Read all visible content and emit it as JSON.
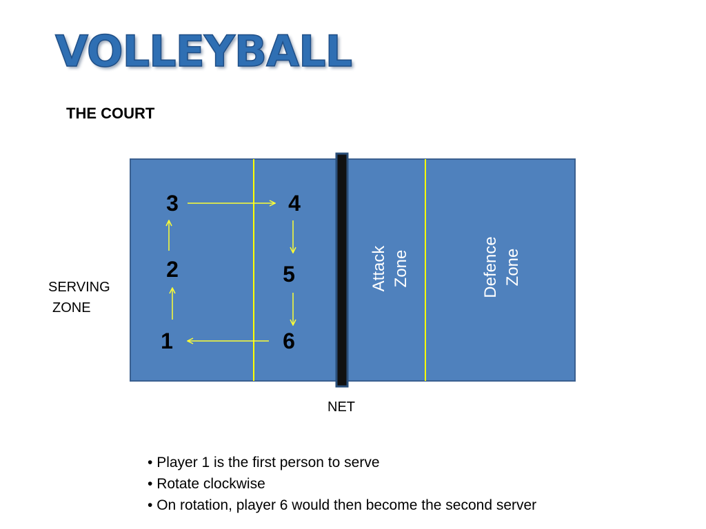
{
  "slide": {
    "title": "VOLLEYBALL",
    "subtitle": "THE COURT"
  },
  "court": {
    "serving_zone_label": [
      "SERVING",
      "ZONE"
    ],
    "net_label": "NET",
    "attack_zone_label": [
      "Attack",
      "Zone"
    ],
    "defence_zone_label": [
      "Defence",
      "Zone"
    ],
    "positions": [
      "1",
      "2",
      "3",
      "4",
      "5",
      "6"
    ],
    "rotation_order": [
      "1 -> 2",
      "2 -> 3",
      "3 -> 4",
      "4 -> 5",
      "5 -> 6",
      "6 -> 1"
    ]
  },
  "notes": [
    "Player 1 is the first person to serve",
    "Rotate clockwise",
    "On rotation, player 6 would then become the second server"
  ],
  "colors": {
    "court_fill": "#4f81bd",
    "court_border": "#3a5f8f",
    "zone_lines": "#ffff00",
    "arrows": "#ffff33",
    "net": "#111111",
    "net_border": "#2a4f7a",
    "title": "#2f6fb3"
  }
}
